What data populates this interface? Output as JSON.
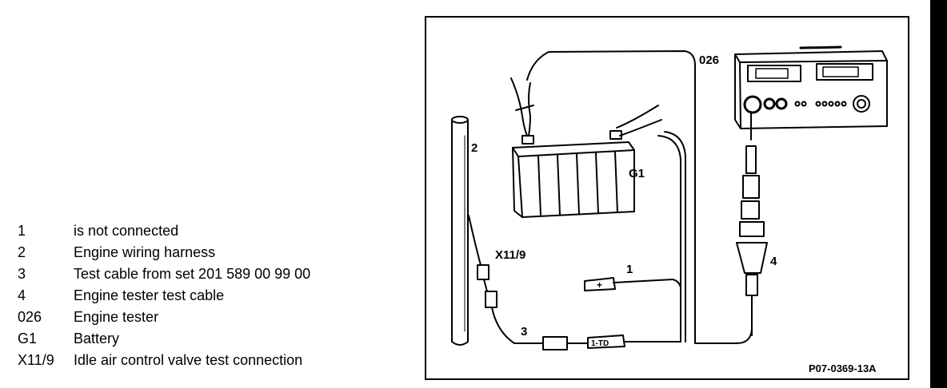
{
  "legend": [
    {
      "key": "1",
      "desc": "is not connected"
    },
    {
      "key": "2",
      "desc": "Engine wiring harness"
    },
    {
      "key": "3",
      "desc": "Test cable from set 201 589 00 99 00"
    },
    {
      "key": "4",
      "desc": "Engine tester test cable"
    },
    {
      "key": "026",
      "desc": "Engine tester"
    },
    {
      "key": "G1",
      "desc": "Battery"
    },
    {
      "key": "X11/9",
      "desc": "Idle air control valve test connection"
    }
  ],
  "diagram": {
    "labels": {
      "tester": "026",
      "battery": "G1",
      "harness": "2",
      "connector": "X11/9",
      "clip_1": "1",
      "cable_3": "3",
      "cable_4": "4",
      "figure_id": "P07-0369-13A"
    },
    "clip_text": "1-TD"
  }
}
